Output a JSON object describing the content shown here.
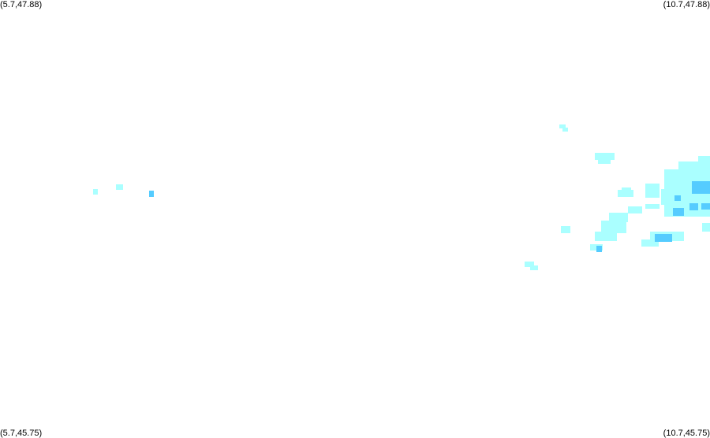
{
  "map": {
    "corners": {
      "top_left": "(5.7,47.88)",
      "top_right": "(10.7,47.88)",
      "bottom_left": "(5.7,45.75)",
      "bottom_right": "(10.7,45.75)"
    },
    "intensity_colors": {
      "light": "#aaffff",
      "medium": "#55ccff",
      "heavy": "#33aaff"
    }
  }
}
